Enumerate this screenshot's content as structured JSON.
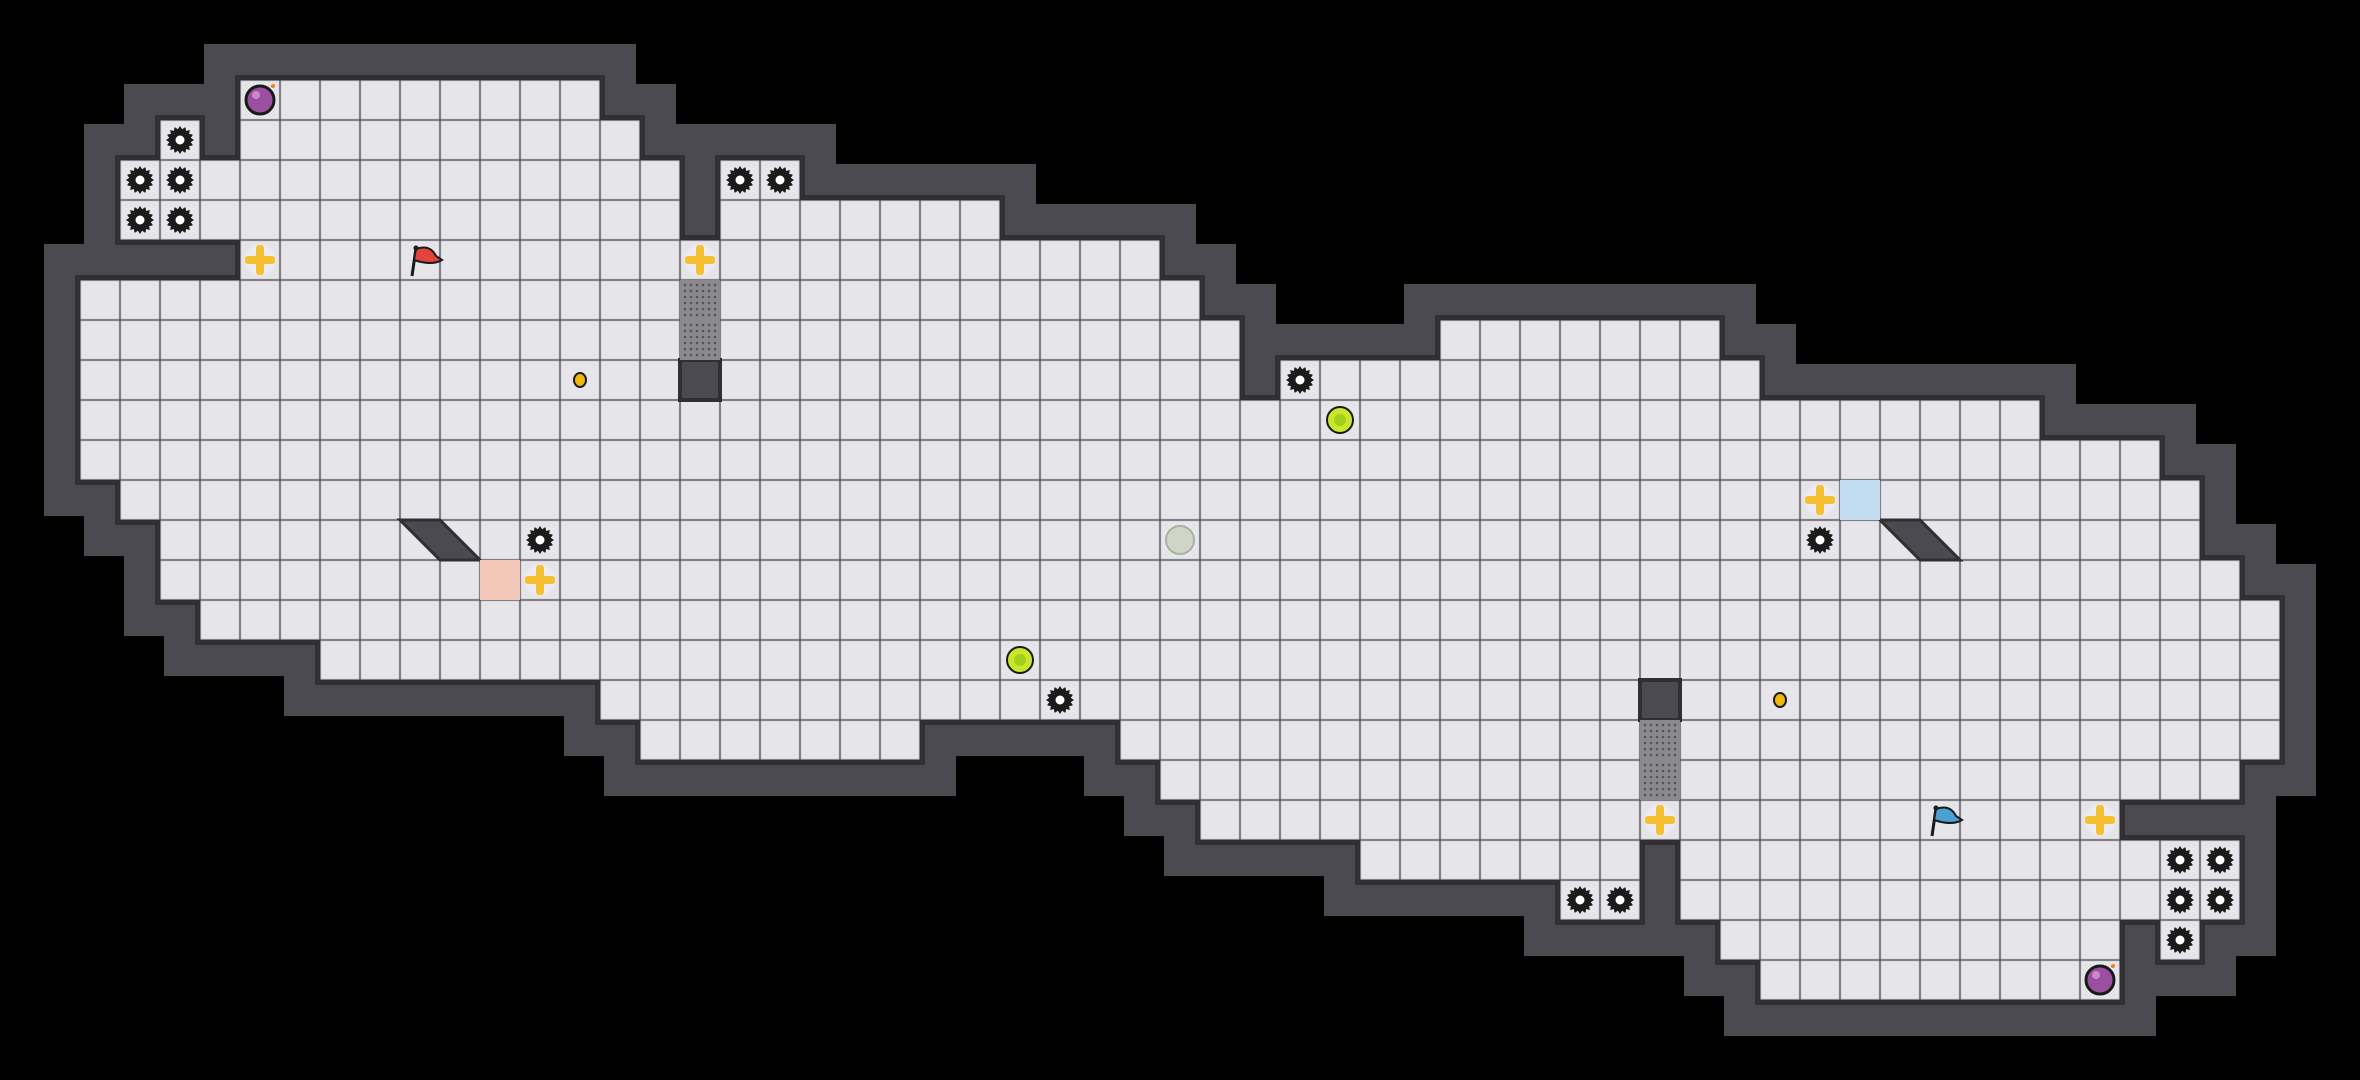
{
  "game": {
    "colors": {
      "background": "#000000",
      "wall": "#4a4a50",
      "wall_edge": "#2f2f34",
      "floor": "#e6e6ea",
      "floor_line": "#d2d2d8",
      "gear": "#1a1a1a",
      "plus": "#f5c030",
      "coin": "#f2b705",
      "orb": "#c8e62a",
      "bomb": "#9a4fa0",
      "red_flag": "#e0443a",
      "blue_flag": "#4aa0d0",
      "salmon_tile": "#f2c8b8",
      "blue_tile": "#c4dcf0",
      "grate": "#8a8a8e"
    },
    "objects": [
      "bomb",
      "gear",
      "plus",
      "flag-red",
      "flag-blue",
      "coin",
      "orb",
      "faded-orb",
      "grate",
      "block"
    ]
  }
}
